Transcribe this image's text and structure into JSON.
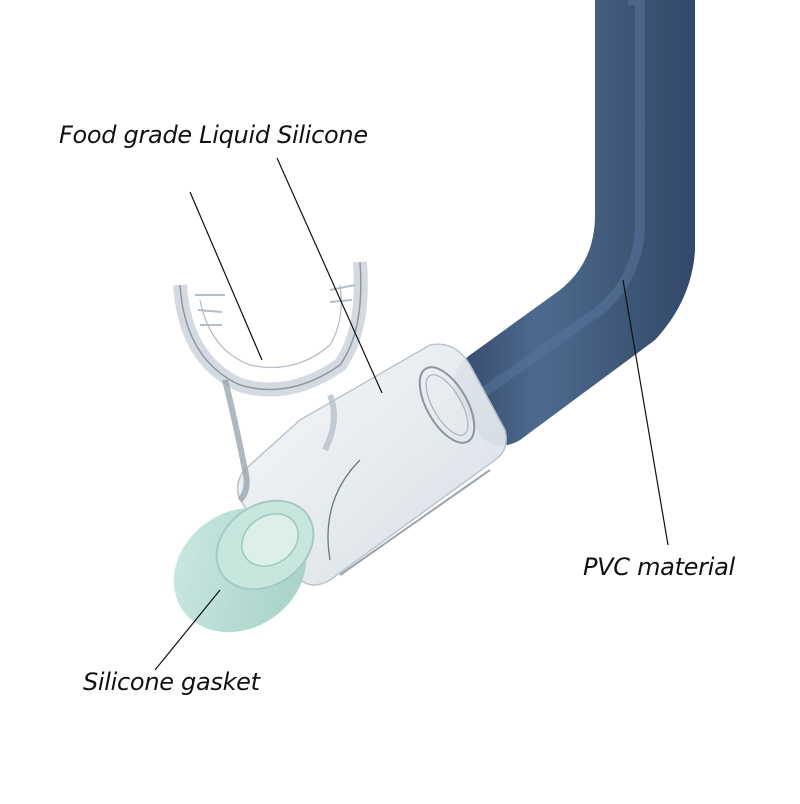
{
  "diagram": {
    "subject": "Snorkel tube with mouthpiece",
    "labels": [
      {
        "id": "food-grade-silicone",
        "text": "Food grade Liquid Silicone"
      },
      {
        "id": "pvc-material",
        "text": "PVC material"
      },
      {
        "id": "silicone-gasket",
        "text": "Silicone gasket"
      }
    ],
    "colors": {
      "tube_blue": "#3f5878",
      "tube_blue_light": "#4d6a8e",
      "tube_blue_dark": "#34496a",
      "gasket_mint": "#bfe3da",
      "gasket_mint_dark": "#a6d0c6",
      "clear_plastic": "#e9eef2",
      "leader_line": "#111111",
      "background": "#ffffff"
    }
  }
}
